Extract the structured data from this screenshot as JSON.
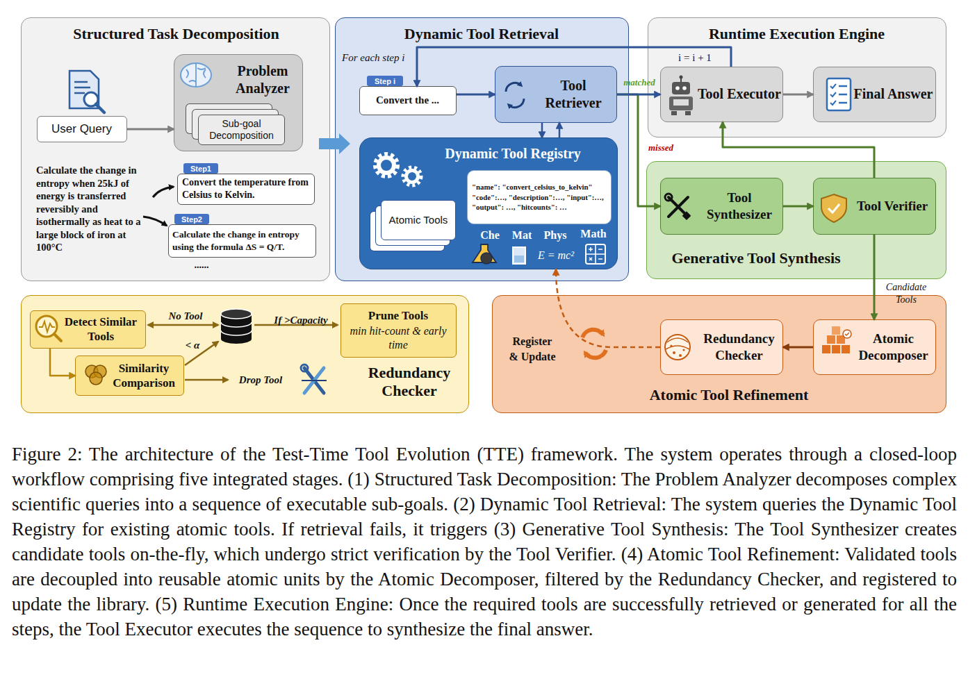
{
  "diagram": {
    "caption": "Figure 2: The architecture of the Test-Time Tool Evolution (TTE) framework. The system operates through a closed-loop workflow comprising five integrated stages. (1) Structured Task Decomposition: The Problem Analyzer decomposes complex scientific queries into a sequence of executable sub-goals. (2) Dynamic Tool Retrieval: The system queries the Dynamic Tool Registry for existing atomic tools. If retrieval fails, it triggers (3) Generative Tool Synthesis: The Tool Synthesizer creates candidate tools on-the-fly, which undergo strict verification by the Tool Verifier. (4) Atomic Tool Refinement: Validated tools are decoupled into reusable atomic units by the Atomic Decomposer, filtered by the Redundancy Checker, and registered to update the library. (5) Runtime Execution Engine: Once the required tools are successfully retrieved or generated for all the steps, the Tool Executor executes the sequence to synthesize the final answer.",
    "nodes": [
      {
        "text": [
          "Structured Task Decomposition"
        ]
      },
      {
        "text": [
          "User Query"
        ],
        "in": 0
      },
      {
        "text": [
          "Problem Analyzer"
        ],
        "in": 0
      },
      {
        "text": [
          "Sub-goal Decomposition"
        ],
        "in": 2
      },
      {
        "text": [
          "Step1",
          "Convert the temperature from Celsius to Kelvin."
        ],
        "in": 0
      },
      {
        "text": [
          "Step2",
          "Calculate the change in entropy using the formula ΔS = Q/T."
        ],
        "in": 0
      },
      {
        "text": [
          "Dynamic Tool Retrieval"
        ]
      },
      {
        "text": [
          "Step i",
          "Convert the ..."
        ],
        "in": 6
      },
      {
        "text": [
          "Tool Retriever"
        ],
        "in": 6
      },
      {
        "text": [
          "Dynamic Tool Registry"
        ],
        "in": 6
      },
      {
        "text": [
          "Atomic Tools"
        ],
        "in": 9
      },
      {
        "text": [
          "\"name\": \"convert_celsius_to_kelvin\" \"code\":…, \"description\":…, \"input\":…, \"output\": …, \"hitcounts\": …"
        ],
        "in": 9
      },
      {
        "text": [
          "Runtime Execution Engine"
        ]
      },
      {
        "text": [
          "Tool Executor"
        ],
        "in": 12
      },
      {
        "text": [
          "Final Answer"
        ],
        "in": 12
      },
      {
        "text": [
          "Generative Tool Synthesis"
        ]
      },
      {
        "text": [
          "Tool Synthesizer"
        ],
        "in": 15
      },
      {
        "text": [
          "Tool Verifier"
        ],
        "in": 15
      },
      {
        "text": [
          "Redundancy Checker"
        ]
      },
      {
        "text": [
          "Detect Similar Tools"
        ],
        "in": 18
      },
      {
        "text": [
          "Similarity Comparison"
        ],
        "in": 18
      },
      {
        "text": [
          "Prune Tools",
          "min hit-count & early time"
        ],
        "in": 18
      },
      {
        "text": [
          "Atomic Tool Refinement"
        ]
      },
      {
        "text": [
          "Redundancy Checker"
        ],
        "in": 22
      },
      {
        "text": [
          "Atomic Decomposer"
        ],
        "in": 22
      }
    ],
    "edges": [
      {
        "from": 1,
        "to": 2,
        "arrow": "to"
      },
      {
        "from": 0,
        "to": 6,
        "arrow": "to"
      },
      {
        "from": 7,
        "to": 8,
        "arrow": "to"
      },
      {
        "from": 8,
        "to": 9,
        "arrow": "to"
      },
      {
        "from": 9,
        "to": 8,
        "arrow": "to"
      },
      {
        "from": 8,
        "to": 13,
        "arrow": "to",
        "label": "matched"
      },
      {
        "from": 8,
        "to": 16,
        "arrow": "to",
        "label": "missed"
      },
      {
        "from": 13,
        "to": 7,
        "arrow": "to"
      },
      {
        "from": 13,
        "to": 14,
        "arrow": "to"
      },
      {
        "from": 16,
        "to": 17,
        "arrow": "to"
      },
      {
        "from": 17,
        "to": 13,
        "arrow": "to"
      },
      {
        "from": 17,
        "to": 24,
        "arrow": "to"
      },
      {
        "from": 24,
        "to": 23,
        "arrow": "to"
      },
      {
        "from": 23,
        "to": 9,
        "arrow": "to"
      },
      {
        "from": 19,
        "to": 20,
        "arrow": "to"
      }
    ],
    "labels": [
      "Calculate the change in entropy when 25kJ of energy is transferred reversibly and isothermally as heat to a large block of iron at 100°C",
      "......",
      "For each step i",
      "Che",
      "Mat",
      "Phys",
      "Math",
      "E = mc²",
      "i = i + 1",
      "Candidate Tools",
      "Register & Update",
      "No Tool",
      "If >Capacity",
      "< α",
      "Drop Tool"
    ]
  }
}
